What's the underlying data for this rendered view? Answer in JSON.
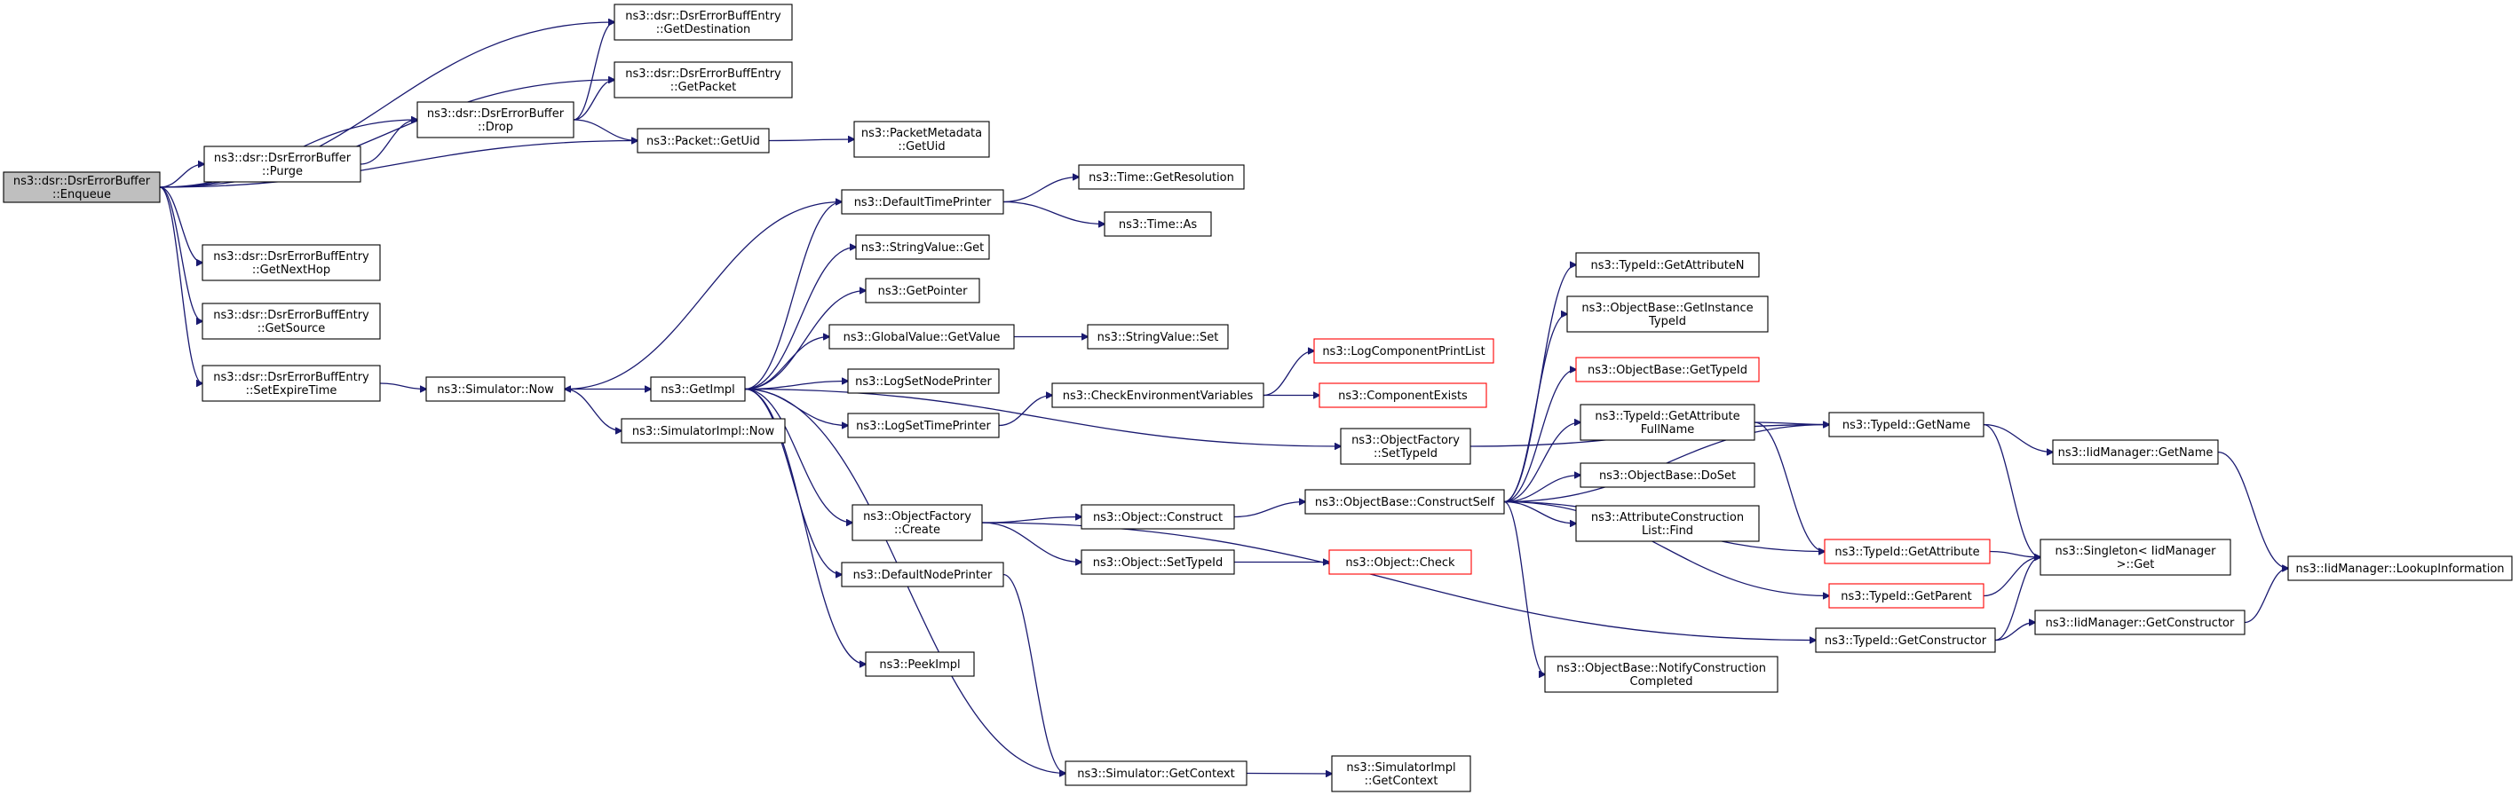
{
  "diagram": {
    "type": "call-graph",
    "colors": {
      "edge": "#191970",
      "border": "#000000",
      "border_missing": "#ff0000",
      "root_fill": "#bfbfbf",
      "background": "#ffffff"
    },
    "nodes": [
      {
        "id": "enqueue",
        "lines": [
          "ns3::dsr::DsrErrorBuffer",
          "::Enqueue"
        ],
        "style": "root"
      },
      {
        "id": "getDestination",
        "lines": [
          "ns3::dsr::DsrErrorBuffEntry",
          "::GetDestination"
        ]
      },
      {
        "id": "getPacket",
        "lines": [
          "ns3::dsr::DsrErrorBuffEntry",
          "::GetPacket"
        ]
      },
      {
        "id": "drop",
        "lines": [
          "ns3::dsr::DsrErrorBuffer",
          "::Drop"
        ]
      },
      {
        "id": "purge",
        "lines": [
          "ns3::dsr::DsrErrorBuffer",
          "::Purge"
        ]
      },
      {
        "id": "getUid",
        "lines": [
          "ns3::Packet::GetUid"
        ]
      },
      {
        "id": "pmGetUid",
        "lines": [
          "ns3::PacketMetadata",
          "::GetUid"
        ]
      },
      {
        "id": "getNextHop",
        "lines": [
          "ns3::dsr::DsrErrorBuffEntry",
          "::GetNextHop"
        ]
      },
      {
        "id": "getSource",
        "lines": [
          "ns3::dsr::DsrErrorBuffEntry",
          "::GetSource"
        ]
      },
      {
        "id": "setExpireTime",
        "lines": [
          "ns3::dsr::DsrErrorBuffEntry",
          "::SetExpireTime"
        ]
      },
      {
        "id": "simNow",
        "lines": [
          "ns3::Simulator::Now"
        ]
      },
      {
        "id": "getImpl",
        "lines": [
          "ns3::GetImpl"
        ]
      },
      {
        "id": "simImplNow",
        "lines": [
          "ns3::SimulatorImpl::Now"
        ]
      },
      {
        "id": "defaultTimePrinter",
        "lines": [
          "ns3::DefaultTimePrinter"
        ]
      },
      {
        "id": "timeGetResolution",
        "lines": [
          "ns3::Time::GetResolution"
        ]
      },
      {
        "id": "timeAs",
        "lines": [
          "ns3::Time::As"
        ]
      },
      {
        "id": "stringValueGet",
        "lines": [
          "ns3::StringValue::Get"
        ]
      },
      {
        "id": "getPointer",
        "lines": [
          "ns3::GetPointer"
        ]
      },
      {
        "id": "globalValueGetValue",
        "lines": [
          "ns3::GlobalValue::GetValue"
        ]
      },
      {
        "id": "stringValueSet",
        "lines": [
          "ns3::StringValue::Set"
        ]
      },
      {
        "id": "logSetNodePrinter",
        "lines": [
          "ns3::LogSetNodePrinter"
        ]
      },
      {
        "id": "logSetTimePrinter",
        "lines": [
          "ns3::LogSetTimePrinter"
        ]
      },
      {
        "id": "checkEnvVars",
        "lines": [
          "ns3::CheckEnvironmentVariables"
        ]
      },
      {
        "id": "logComponentPrintList",
        "lines": [
          "ns3::LogComponentPrintList"
        ],
        "style": "red"
      },
      {
        "id": "componentExists",
        "lines": [
          "ns3::ComponentExists"
        ],
        "style": "red"
      },
      {
        "id": "objectFactoryCreate",
        "lines": [
          "ns3::ObjectFactory",
          "::Create"
        ]
      },
      {
        "id": "defaultNodePrinter",
        "lines": [
          "ns3::DefaultNodePrinter"
        ]
      },
      {
        "id": "peekImpl",
        "lines": [
          "ns3::PeekImpl"
        ]
      },
      {
        "id": "objectConstruct",
        "lines": [
          "ns3::Object::Construct"
        ]
      },
      {
        "id": "objectSetTypeId",
        "lines": [
          "ns3::Object::SetTypeId"
        ]
      },
      {
        "id": "objectCheck",
        "lines": [
          "ns3::Object::Check"
        ],
        "style": "red"
      },
      {
        "id": "objectFactorySetTypeId",
        "lines": [
          "ns3::ObjectFactory",
          "::SetTypeId"
        ]
      },
      {
        "id": "constructSelf",
        "lines": [
          "ns3::ObjectBase::ConstructSelf"
        ]
      },
      {
        "id": "getAttributeN",
        "lines": [
          "ns3::TypeId::GetAttributeN"
        ]
      },
      {
        "id": "getInstanceTypeId",
        "lines": [
          "ns3::ObjectBase::GetInstance",
          "TypeId"
        ]
      },
      {
        "id": "objectBaseGetTypeId",
        "lines": [
          "ns3::ObjectBase::GetTypeId"
        ],
        "style": "red"
      },
      {
        "id": "getAttributeFullName",
        "lines": [
          "ns3::TypeId::GetAttribute",
          "FullName"
        ]
      },
      {
        "id": "doSet",
        "lines": [
          "ns3::ObjectBase::DoSet"
        ]
      },
      {
        "id": "attrConstructionListFind",
        "lines": [
          "ns3::AttributeConstruction",
          "List::Find"
        ]
      },
      {
        "id": "notifyConstructionCompleted",
        "lines": [
          "ns3::ObjectBase::NotifyConstruction",
          "Completed"
        ]
      },
      {
        "id": "typeIdGetName",
        "lines": [
          "ns3::TypeId::GetName"
        ]
      },
      {
        "id": "typeIdGetAttribute",
        "lines": [
          "ns3::TypeId::GetAttribute"
        ],
        "style": "red"
      },
      {
        "id": "typeIdGetParent",
        "lines": [
          "ns3::TypeId::GetParent"
        ],
        "style": "red"
      },
      {
        "id": "typeIdGetConstructor",
        "lines": [
          "ns3::TypeId::GetConstructor"
        ]
      },
      {
        "id": "iidManagerGetName",
        "lines": [
          "ns3::IidManager::GetName"
        ]
      },
      {
        "id": "singletonGet",
        "lines": [
          "ns3::Singleton< IidManager",
          " >::Get"
        ]
      },
      {
        "id": "iidManagerGetConstructor",
        "lines": [
          "ns3::IidManager::GetConstructor"
        ]
      },
      {
        "id": "iidManagerLookupInformation",
        "lines": [
          "ns3::IidManager::LookupInformation"
        ]
      },
      {
        "id": "simGetContext",
        "lines": [
          "ns3::Simulator::GetContext"
        ]
      },
      {
        "id": "simImplGetContext",
        "lines": [
          "ns3::SimulatorImpl",
          "::GetContext"
        ]
      }
    ],
    "edges": [
      [
        "enqueue",
        "getDestination"
      ],
      [
        "enqueue",
        "getPacket"
      ],
      [
        "enqueue",
        "drop"
      ],
      [
        "enqueue",
        "purge"
      ],
      [
        "enqueue",
        "getUid"
      ],
      [
        "enqueue",
        "getNextHop"
      ],
      [
        "enqueue",
        "getSource"
      ],
      [
        "enqueue",
        "setExpireTime"
      ],
      [
        "drop",
        "getDestination"
      ],
      [
        "drop",
        "getPacket"
      ],
      [
        "drop",
        "getUid"
      ],
      [
        "purge",
        "drop"
      ],
      [
        "getUid",
        "pmGetUid"
      ],
      [
        "setExpireTime",
        "simNow"
      ],
      [
        "simNow",
        "getImpl"
      ],
      [
        "simNow",
        "simImplNow"
      ],
      [
        "defaultTimePrinter",
        "simNow"
      ],
      [
        "defaultTimePrinter",
        "timeGetResolution"
      ],
      [
        "defaultTimePrinter",
        "timeAs"
      ],
      [
        "getImpl",
        "defaultTimePrinter"
      ],
      [
        "getImpl",
        "stringValueGet"
      ],
      [
        "getImpl",
        "getPointer"
      ],
      [
        "getImpl",
        "globalValueGetValue"
      ],
      [
        "getImpl",
        "logSetNodePrinter"
      ],
      [
        "getImpl",
        "logSetTimePrinter"
      ],
      [
        "getImpl",
        "objectFactorySetTypeId"
      ],
      [
        "getImpl",
        "objectFactoryCreate"
      ],
      [
        "getImpl",
        "defaultNodePrinter"
      ],
      [
        "getImpl",
        "peekImpl"
      ],
      [
        "getImpl",
        "simGetContext"
      ],
      [
        "globalValueGetValue",
        "stringValueSet"
      ],
      [
        "logSetTimePrinter",
        "checkEnvVars"
      ],
      [
        "checkEnvVars",
        "logComponentPrintList"
      ],
      [
        "checkEnvVars",
        "componentExists"
      ],
      [
        "objectFactoryCreate",
        "objectConstruct"
      ],
      [
        "objectFactoryCreate",
        "objectSetTypeId"
      ],
      [
        "objectFactoryCreate",
        "typeIdGetConstructor"
      ],
      [
        "objectSetTypeId",
        "objectCheck"
      ],
      [
        "objectConstruct",
        "constructSelf"
      ],
      [
        "defaultNodePrinter",
        "simGetContext"
      ],
      [
        "simGetContext",
        "simImplGetContext"
      ],
      [
        "objectFactorySetTypeId",
        "typeIdGetName"
      ],
      [
        "constructSelf",
        "getAttributeN"
      ],
      [
        "constructSelf",
        "getInstanceTypeId"
      ],
      [
        "constructSelf",
        "objectBaseGetTypeId"
      ],
      [
        "constructSelf",
        "getAttributeFullName"
      ],
      [
        "constructSelf",
        "doSet"
      ],
      [
        "constructSelf",
        "attrConstructionListFind"
      ],
      [
        "constructSelf",
        "notifyConstructionCompleted"
      ],
      [
        "constructSelf",
        "typeIdGetName"
      ],
      [
        "constructSelf",
        "typeIdGetAttribute"
      ],
      [
        "constructSelf",
        "typeIdGetParent"
      ],
      [
        "getAttributeFullName",
        "typeIdGetName"
      ],
      [
        "getAttributeFullName",
        "typeIdGetAttribute"
      ],
      [
        "typeIdGetName",
        "iidManagerGetName"
      ],
      [
        "typeIdGetName",
        "singletonGet"
      ],
      [
        "typeIdGetAttribute",
        "singletonGet"
      ],
      [
        "typeIdGetParent",
        "singletonGet"
      ],
      [
        "typeIdGetConstructor",
        "singletonGet"
      ],
      [
        "typeIdGetConstructor",
        "iidManagerGetConstructor"
      ],
      [
        "iidManagerGetName",
        "iidManagerLookupInformation"
      ],
      [
        "iidManagerGetConstructor",
        "iidManagerLookupInformation"
      ]
    ]
  }
}
